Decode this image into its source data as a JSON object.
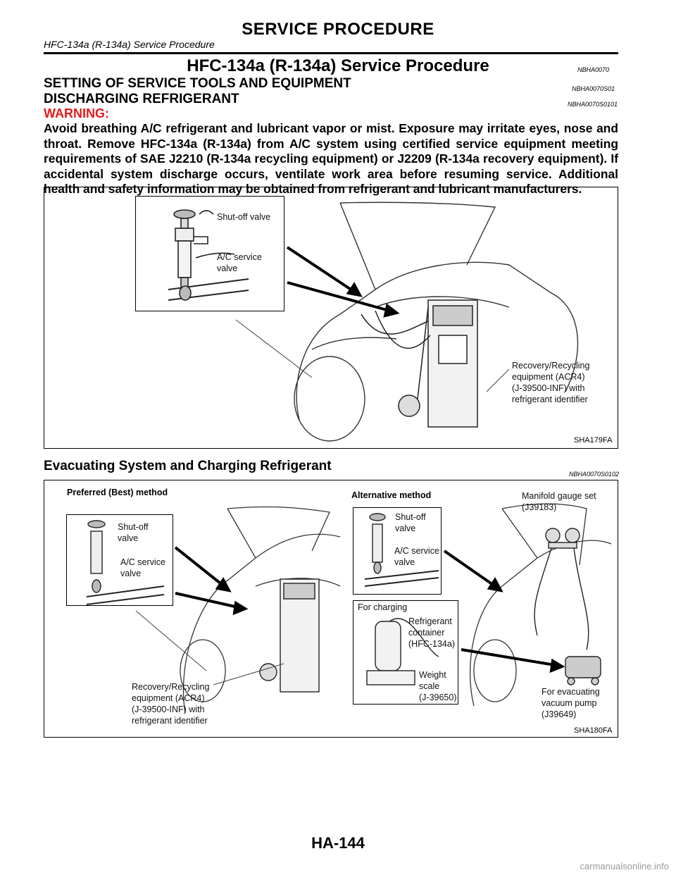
{
  "header": {
    "title": "SERVICE PROCEDURE",
    "subtitle": "HFC-134a (R-134a) Service Procedure"
  },
  "section": {
    "title": "HFC-134a (R-134a) Service Procedure",
    "code": "NBHA0070"
  },
  "subsection": {
    "title": "SETTING OF SERVICE TOOLS AND EQUIPMENT",
    "code": "NBHA0070S01"
  },
  "discharging": {
    "title": "DISCHARGING REFRIGERANT",
    "code": "NBHA0070S0101"
  },
  "warning": {
    "label": "WARNING:",
    "text": "Avoid breathing A/C refrigerant and lubricant vapor or mist. Exposure may irritate eyes, nose and throat. Remove HFC-134a (R-134a) from A/C system using certified service equipment meeting requirements of SAE J2210 (R-134a recycling equipment) or J2209 (R-134a recovery equipment). If accidental system discharge occurs, ventilate work area before resuming service. Additional health and safety information may be obtained from refrigerant and lubricant manufacturers."
  },
  "figure1": {
    "id": "SHA179FA",
    "labels": {
      "shutoff": "Shut-off valve",
      "ac_service": "A/C service\nvalve",
      "recovery": "Recovery/Recycling\nequipment (ACR4)\n(J-39500-INF) with\nrefrigerant identifier"
    }
  },
  "evacuating": {
    "title": "Evacuating System and Charging Refrigerant",
    "code": "NBHA0070S0102"
  },
  "figure2": {
    "id": "SHA180FA",
    "labels": {
      "preferred": "Preferred (Best) method",
      "alternative": "Alternative method",
      "shutoff_left": "Shut-off\nvalve",
      "ac_service_left": "A/C service\nvalve",
      "recovery_left": "Recovery/Recycling\nequipment (ACR4)\n(J-39500-INF) with\nrefrigerant identifier",
      "shutoff_right": "Shut-off\nvalve",
      "ac_service_right": "A/C service\nvalve",
      "manifold": "Manifold gauge set\n(J39183)",
      "for_charging": "For charging",
      "container": "Refrigerant\ncontainer\n(HFC-134a)",
      "scale": "Weight\nscale\n(J-39650)",
      "vacuum": "For evacuating\nvacuum pump\n(J39649)"
    }
  },
  "footer": {
    "page": "HA-144",
    "watermark": "carmanualsonline.info"
  }
}
